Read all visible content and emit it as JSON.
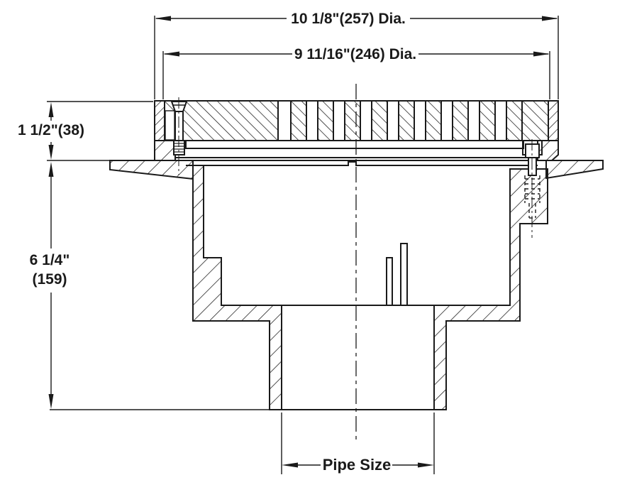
{
  "drawing": {
    "title": "floor-drain-cross-section",
    "colors": {
      "line": "#1a1a1a",
      "background": "#ffffff"
    },
    "dimensions": {
      "outer_dia": "10 1/8\"(257) Dia.",
      "grate_dia": "9 11/16\"(246) Dia.",
      "grate_depth": "1 1/2\"(38)",
      "body_depth_in": "6 1/4\"",
      "body_depth_mm": "(159)",
      "pipe": "Pipe Size"
    }
  }
}
